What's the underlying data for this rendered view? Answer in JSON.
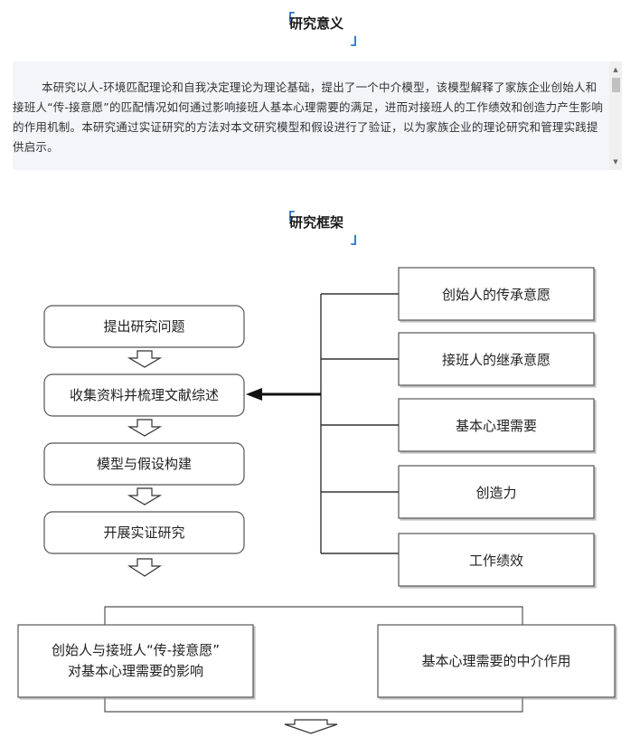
{
  "section1": {
    "title": "研究意义",
    "body": "本研究以人-环境匹配理论和自我决定理论为理论基础，提出了一个中介模型，该模型解释了家族企业创始人和接班人“传-接意愿”的匹配情况如何通过影响接班人基本心理需要的满足，进而对接班人的工作绩效和创造力产生影响的作用机制。本研究通过实证研究的方法对本文研究模型和假设进行了验证，以为家族企业的理论研究和管理实践提供启示。"
  },
  "section2": {
    "title": "研究框架"
  },
  "icons": {
    "scroll_up": "scroll-up-arrow",
    "scroll_down": "scroll-down-arrow",
    "bracket_open": "corner-bracket-open",
    "bracket_close": "corner-bracket-close"
  },
  "colors": {
    "accent": "#1f6fd0",
    "box_border": "#555555",
    "text_bg": "#f3f5f8"
  },
  "diagram": {
    "steps": [
      "提出研究问题",
      "收集资料并梳理文献综述",
      "模型与假设构建",
      "开展实证研究"
    ],
    "variables": [
      "创始人的传承意愿",
      "接班人的继承意愿",
      "基本心理需要",
      "创造力",
      "工作绩效"
    ],
    "results": {
      "left_line1": "创始人与接班人“传-接意愿”",
      "left_line2": "对基本心理需要的影响",
      "right": "基本心理需要的中介作用"
    }
  }
}
